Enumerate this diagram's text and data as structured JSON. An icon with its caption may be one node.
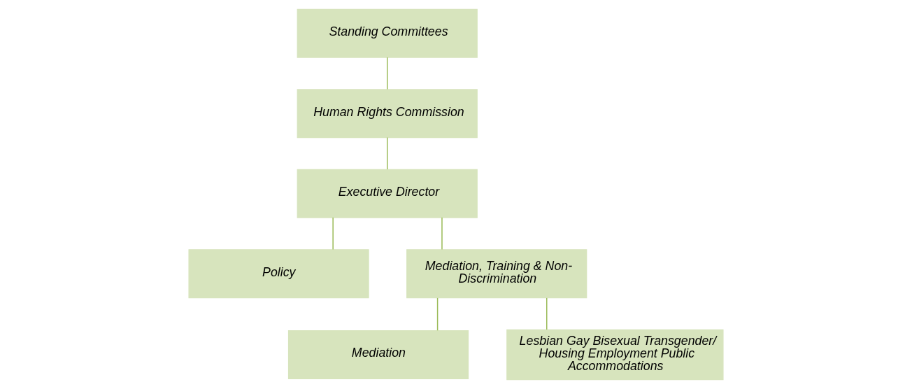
{
  "diagram": {
    "nodes": [
      {
        "text": [
          "Standing Committees"
        ]
      },
      {
        "text": [
          "Human Rights Commission"
        ]
      },
      {
        "text": [
          "Executive Director"
        ]
      },
      {
        "text": [
          "Policy"
        ]
      },
      {
        "text": [
          "Mediation, Training & Non-Discrimination"
        ]
      },
      {
        "text": [
          "Mediation"
        ]
      },
      {
        "text": [
          "Lesbian Gay Bisexual Transgender/ Housing Employment Public Accommodations"
        ]
      }
    ],
    "edges": [
      {
        "from": 0,
        "to": 1,
        "arrow": "none"
      },
      {
        "from": 1,
        "to": 2,
        "arrow": "none"
      },
      {
        "from": 2,
        "to": 3,
        "arrow": "none"
      },
      {
        "from": 2,
        "to": 4,
        "arrow": "none"
      },
      {
        "from": 4,
        "to": 5,
        "arrow": "none"
      },
      {
        "from": 4,
        "to": 6,
        "arrow": "none"
      }
    ]
  }
}
